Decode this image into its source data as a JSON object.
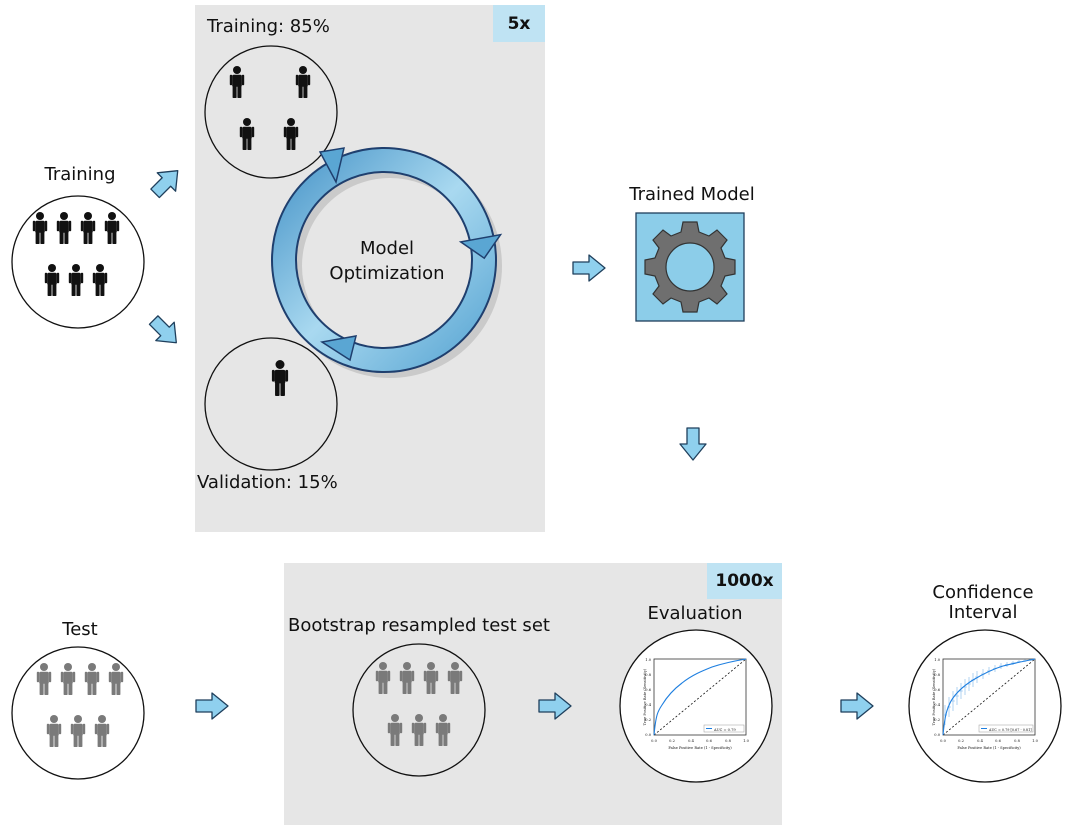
{
  "top": {
    "training_label": "Training",
    "training_split_label": "Training: 85%",
    "validation_split_label": "Validation: 15%",
    "repeat_badge": "5x",
    "optimization_label_line1": "Model",
    "optimization_label_line2": "Optimization",
    "trained_model_label": "Trained Model"
  },
  "bottom": {
    "test_label": "Test",
    "bootstrap_label": "Bootstrap resampled test set",
    "repeat_badge": "1000x",
    "evaluation_label": "Evaluation",
    "ci_label_line1": "Confidence",
    "ci_label_line2": "Interval"
  },
  "roc_small": {
    "ylabel": "True Positive Rate (Sensitivity)",
    "xlabel": "False Positive Rate (1 - Specificity)",
    "legend": "AUC = 0.79",
    "ticks": [
      "0.0",
      "0.2",
      "0.4",
      "0.6",
      "0.8",
      "1.0"
    ]
  },
  "roc_ci": {
    "ylabel": "True Positive Rate (Sensitivity)",
    "xlabel": "False Positive Rate (1 - Specificity)",
    "legend": "AUC = 0.79 [0.67 - 0.81]",
    "ticks": [
      "0.0",
      "0.2",
      "0.4",
      "0.6",
      "0.8",
      "1.0"
    ]
  },
  "colors": {
    "arrow_fill": "#8fd0ee",
    "arrow_stroke": "#1f3f5c",
    "panel_bg": "#e6e6e6",
    "badge_bg": "#bfe3f3",
    "model_box": "#8ccde9",
    "gear": "#6f6f6f",
    "person_dark": "#111111",
    "person_gray": "#7a7a7a",
    "roc_line": "#1e7fe0"
  }
}
